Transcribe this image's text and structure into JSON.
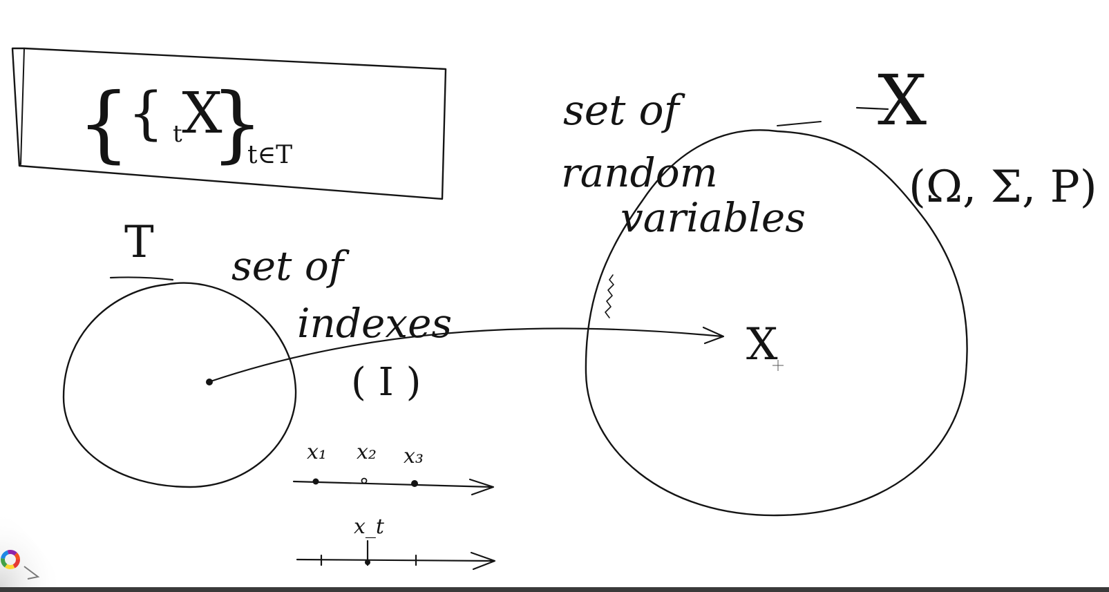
{
  "labels": {
    "family": "{ X",
    "family_sub": "t",
    "family_close": "}",
    "family_index": "t∈T",
    "index_set_letter": "T",
    "index_caption_line1": "set of",
    "index_caption_line2": "indexes",
    "index_caption_line3": "( I )",
    "rv_caption_line1": "set of",
    "rv_caption_line2": "random",
    "rv_caption_line3": "variables",
    "rv_set_letter": "X",
    "prob_space": "(Ω, Σ, P)",
    "point_x": "X",
    "axis1_x1": "x₁",
    "axis1_x2": "x₂",
    "axis1_x3": "x₃",
    "axis2_xt": "x_t"
  },
  "colors": {
    "ink": "#141414",
    "bar": "#3a3a3a"
  },
  "icons": {
    "color_picker": "color-wheel-icon",
    "cursor": "crosshair-cursor-icon"
  }
}
